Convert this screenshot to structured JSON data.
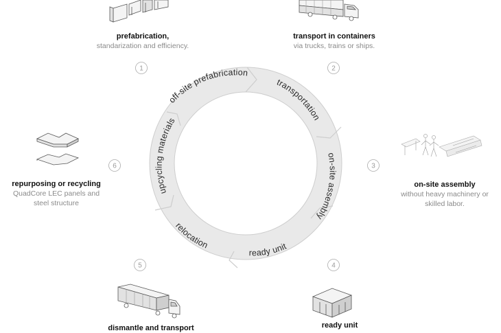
{
  "ring": {
    "segments": [
      {
        "label": "off-site prefabrication"
      },
      {
        "label": "transportation"
      },
      {
        "label": "on-site assembly"
      },
      {
        "label": "ready unit"
      },
      {
        "label": "relocation"
      },
      {
        "label": "upcycling materials"
      }
    ]
  },
  "steps": [
    {
      "number": "1",
      "title": "prefabrication,",
      "subtitle": "standarization and efficiency.",
      "icon": "prefab-panels-icon"
    },
    {
      "number": "2",
      "title": "transport in containers",
      "subtitle": "via trucks, trains or ships.",
      "icon": "container-truck-icon"
    },
    {
      "number": "3",
      "title": "on-site assembly",
      "subtitle_lines": [
        "without heavy machinery or",
        "skilled labor."
      ],
      "icon": "assembly-workers-icon"
    },
    {
      "number": "4",
      "title": "ready unit",
      "icon": "ready-unit-building-icon"
    },
    {
      "number": "5",
      "title": "dismantle and transport",
      "icon": "relocation-truck-icon"
    },
    {
      "number": "6",
      "title": "repurposing or recycling",
      "subtitle_lines": [
        "QuadCore LEC panels and",
        "steel structure"
      ],
      "icon": "stacked-panels-icon"
    }
  ],
  "colors": {
    "ring_fill": "#e9e9e9",
    "ring_stroke": "#c9c9c9",
    "text": "#2a2a2a",
    "muted": "#8a8a8a"
  }
}
